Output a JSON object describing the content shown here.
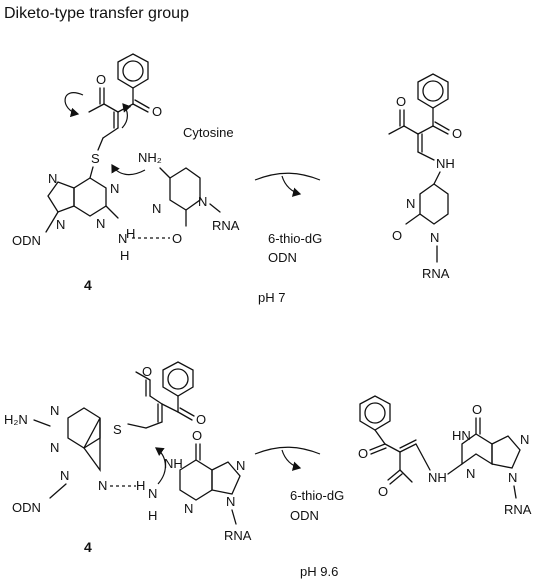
{
  "title": "Diketo-type transfer group",
  "top": {
    "cytosine_label": "Cytosine",
    "compound_label": "4",
    "reagent_line1": "6-thio-dG",
    "reagent_line2": "ODN",
    "condition": "pH 7",
    "atoms": {
      "N": "N",
      "NH": "NH",
      "NH2": "NH₂",
      "S": "S",
      "O": "O",
      "H": "H",
      "RNA": "RNA",
      "ODN": "ODN"
    }
  },
  "bottom": {
    "compound_label": "4",
    "reagent_line1": "6-thio-dG",
    "reagent_line2": "ODN",
    "condition": "pH 9.6",
    "atoms": {
      "H2N": "H₂N",
      "N": "N",
      "NH": "NH",
      "HN": "HN",
      "S": "S",
      "O": "O",
      "H": "H",
      "RNA": "RNA",
      "ODN": "ODN"
    }
  }
}
